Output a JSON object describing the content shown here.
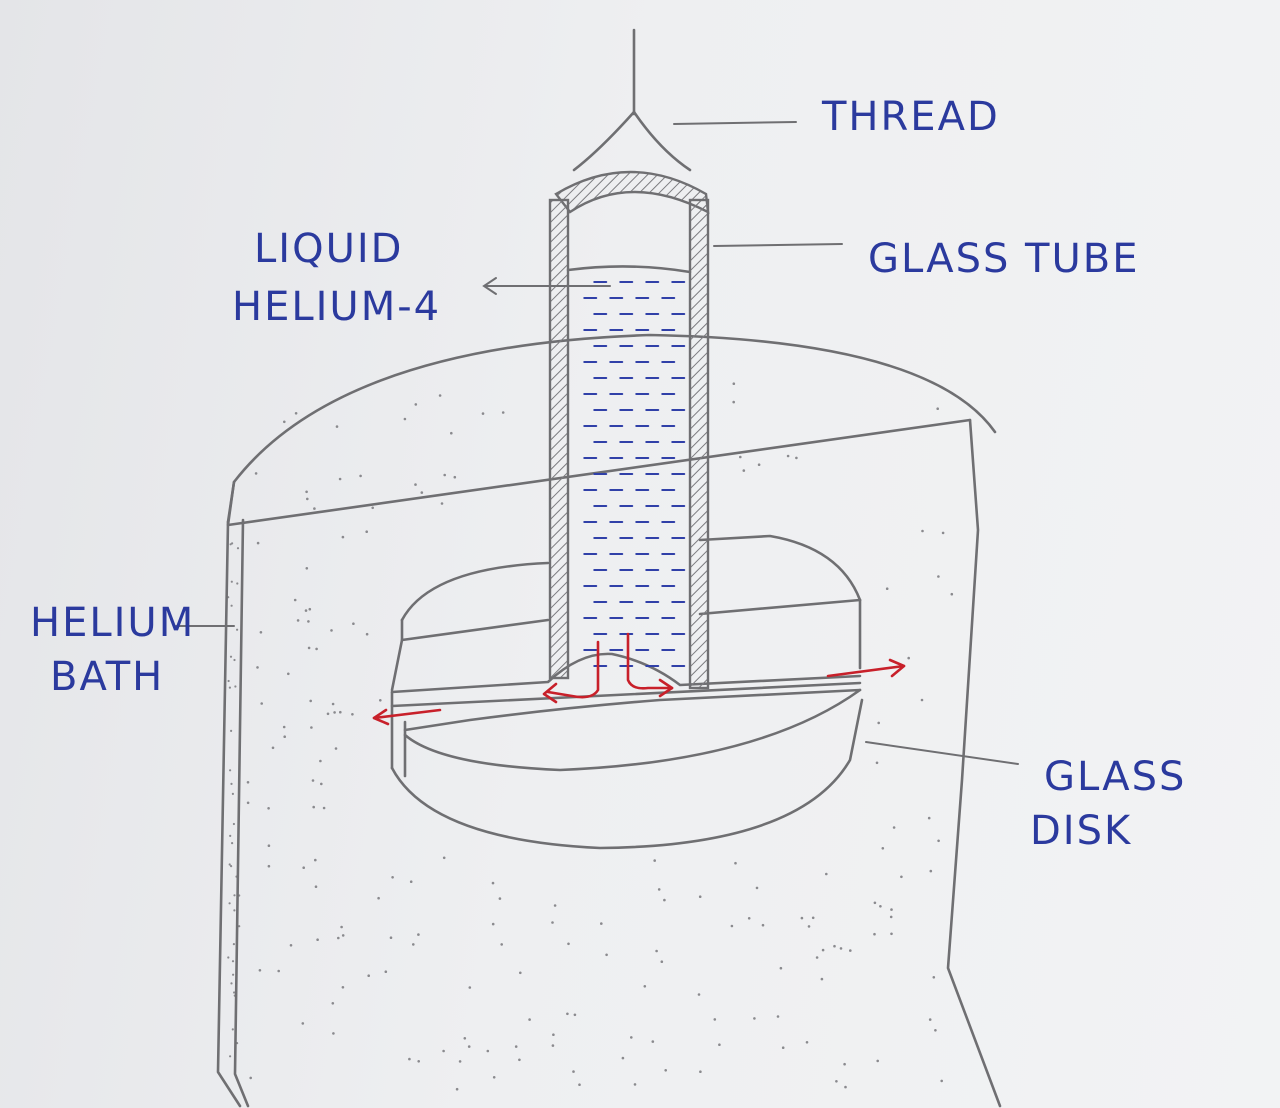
{
  "labels": {
    "thread": "THREAD",
    "glass_tube": "GLASS TUBE",
    "liquid_line1": "LIQUID",
    "liquid_line2": "HELIUM-4",
    "bath_line1": "HELIUM",
    "bath_line2": "BATH",
    "disk_line1": "GLASS",
    "disk_line2": "DISK"
  },
  "colors": {
    "paper": "#eeeff1",
    "pencil": "#6f6f72",
    "ink_blue": "#2b3a9e",
    "flow_red": "#c8202a"
  }
}
